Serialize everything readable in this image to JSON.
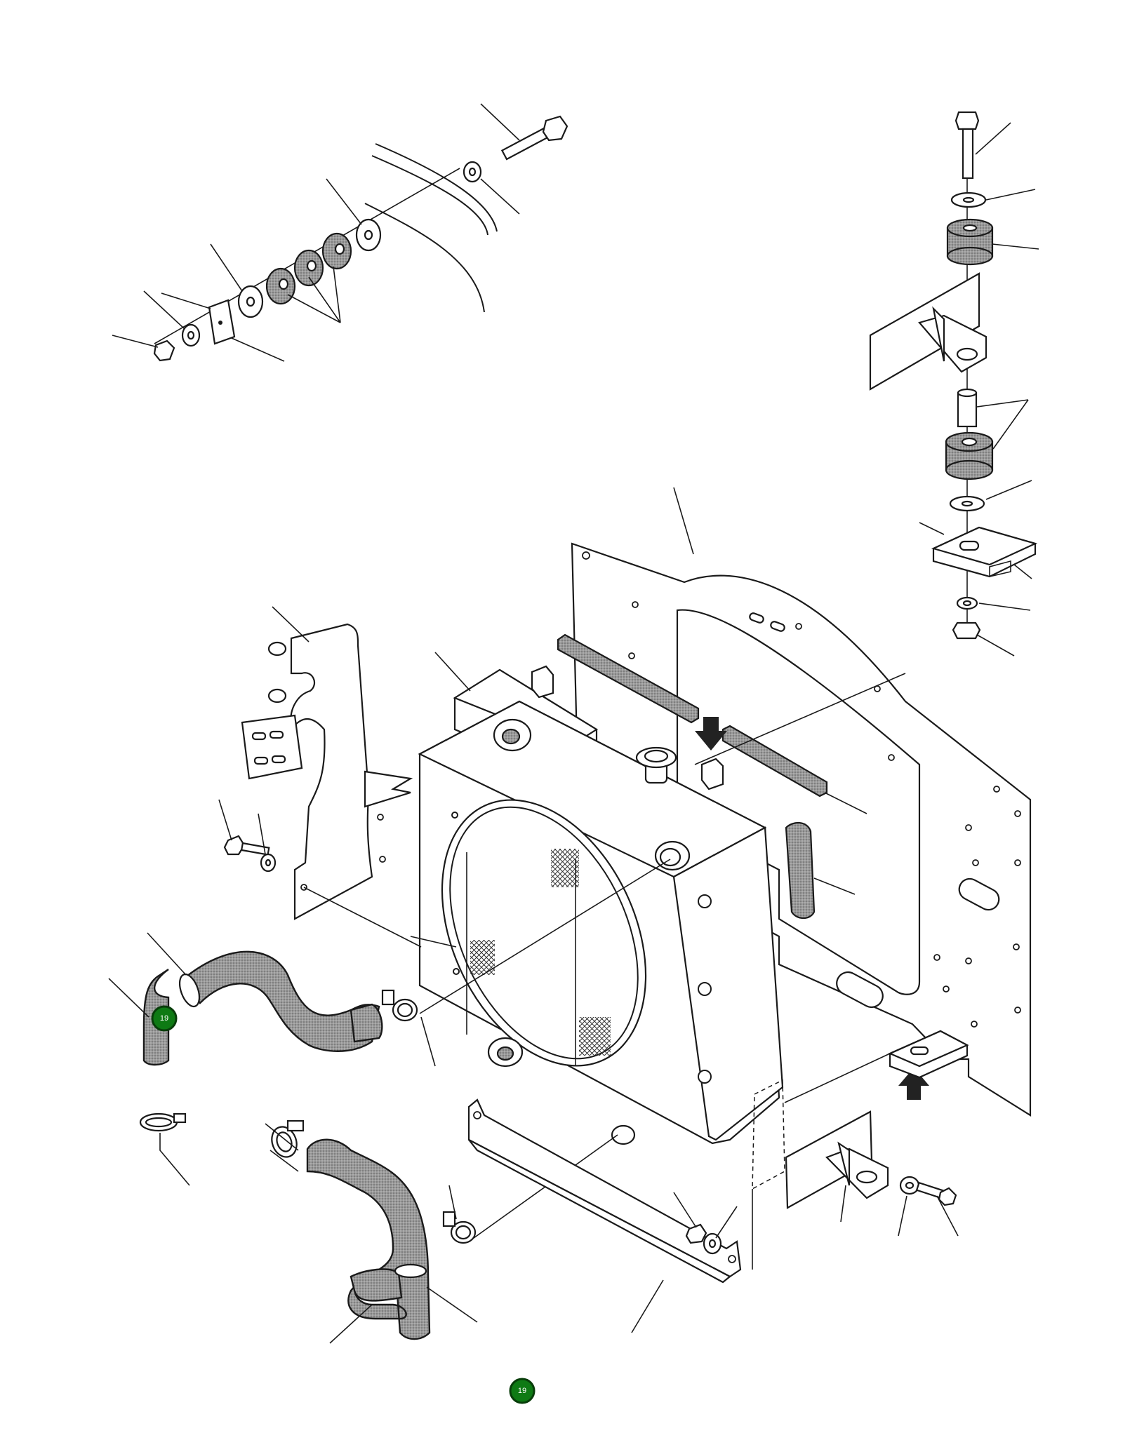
{
  "diagram": {
    "callouts": [
      {
        "id": "callout-upper-hose",
        "label": "19"
      },
      {
        "id": "callout-bottom",
        "label": "19"
      }
    ]
  }
}
